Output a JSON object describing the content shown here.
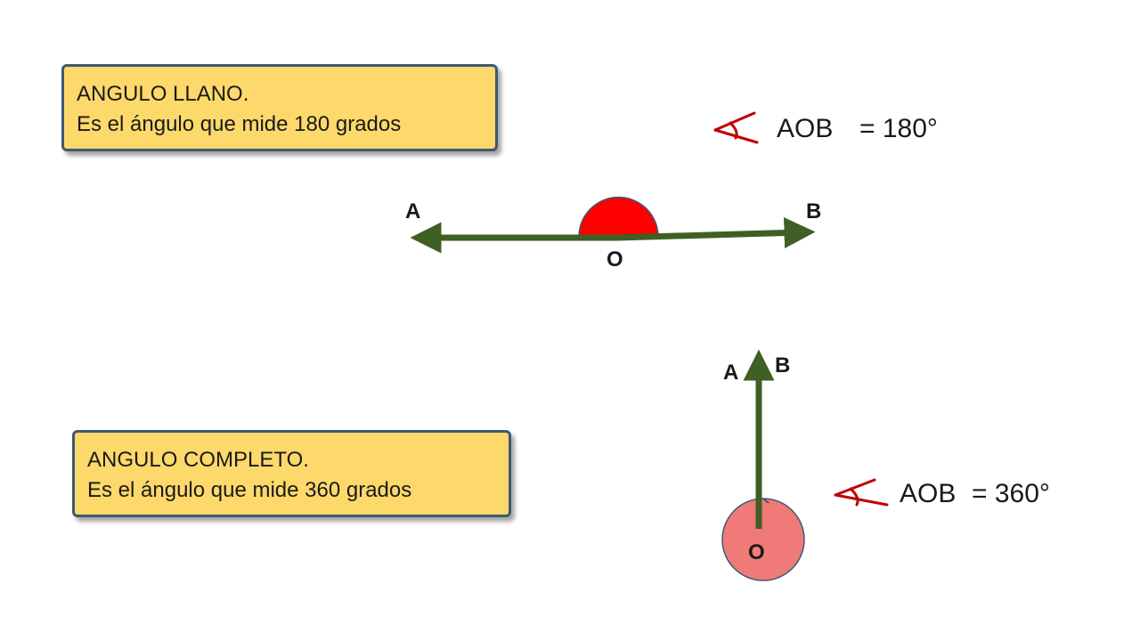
{
  "llano": {
    "title": "ANGULO LLANO.",
    "definition": "Es el ángulo que mide  180 grados",
    "point_a": "A",
    "point_b": "B",
    "vertex": "O",
    "angle_name": "AOB",
    "angle_value": "= 180°"
  },
  "completo": {
    "title": "ANGULO COMPLETO.",
    "definition": "Es el ángulo que mide  360  grados",
    "point_a": "A",
    "point_b": "B",
    "vertex": "O",
    "angle_name": "AOB",
    "angle_value": "= 360°"
  },
  "colors": {
    "ray": "#3f5f25",
    "semicircle_fill": "#ff0000",
    "circle_fill": "#f07a78",
    "angle_symbol": "#c00000",
    "box_fill": "#fdd96b",
    "box_border": "#3d5a73"
  },
  "icons": {
    "angle_symbol": "angle-icon"
  }
}
